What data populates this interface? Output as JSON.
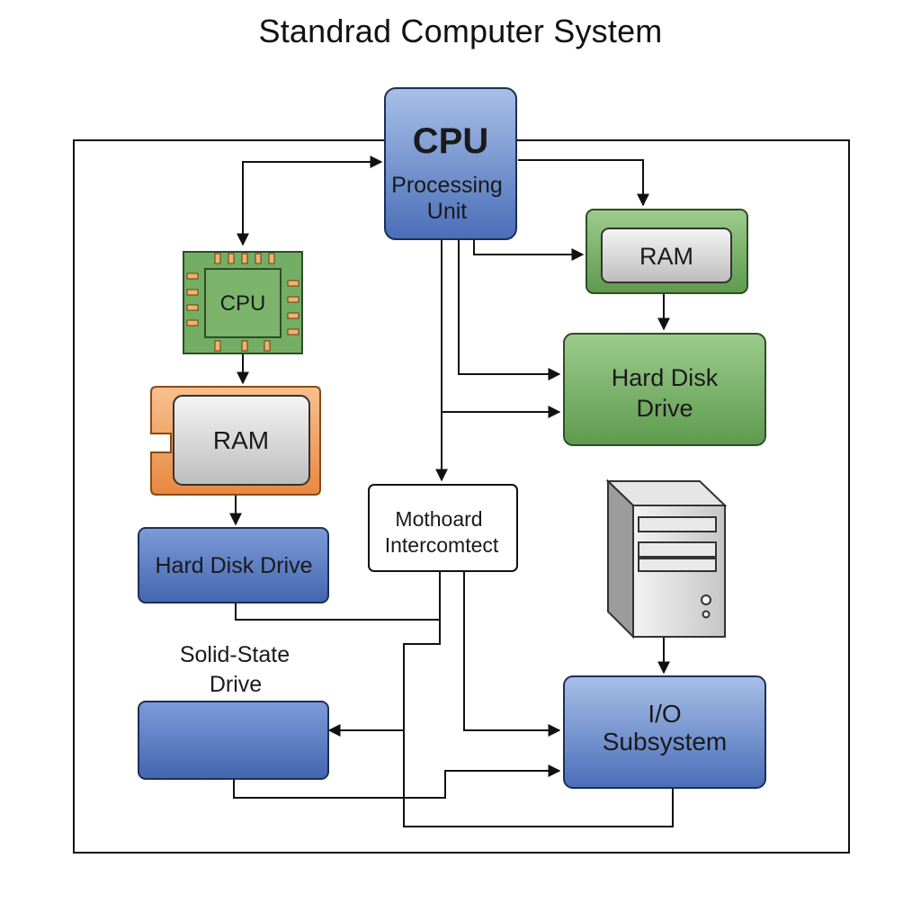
{
  "title": "Standrad Computer System",
  "nodes": {
    "cpu_main": {
      "line1": "CPU",
      "line2": "Processing",
      "line3": "Unit"
    },
    "cpu_chip": {
      "label": "CPU"
    },
    "ram_left": {
      "label": "RAM"
    },
    "hdd_left": {
      "label": "Hard Disk Drive"
    },
    "ssd": {
      "line1": "Solid-State",
      "line2": "Drive"
    },
    "ram_right": {
      "label": "RAM"
    },
    "hdd_right": {
      "line1": "Hard Disk",
      "line2": "Drive"
    },
    "motherboard": {
      "line1": "Mothoard",
      "line2": "Intercomtect"
    },
    "io": {
      "line1": "I/O",
      "line2": "Subsystem"
    }
  },
  "icons": {
    "tower": "computer-tower-icon",
    "chip": "cpu-chip-icon"
  },
  "colors": {
    "blue_fill": "#6f8fcc",
    "green_fill": "#6aa55c",
    "orange_fill": "#f0a56a",
    "grey_fill": "#d7d7d7"
  }
}
